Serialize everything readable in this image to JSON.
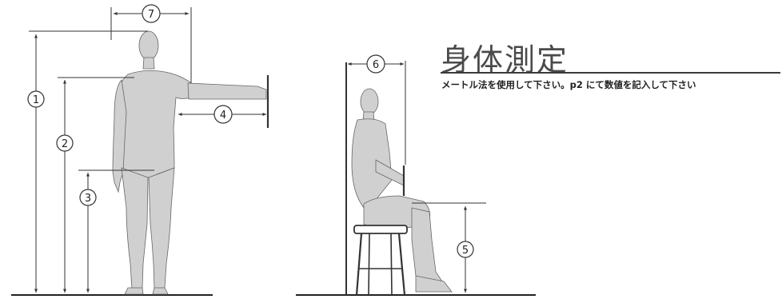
{
  "header": {
    "title": "身体測定",
    "instruction": "メートル法を使用して下さい。p2 にて数値を記入して下さい"
  },
  "measurements": {
    "m1": "1",
    "m2": "2",
    "m3": "3",
    "m4": "4",
    "m5": "5",
    "m6": "6",
    "m7": "7"
  },
  "colors": {
    "figure": "#d0d0d0",
    "line": "#333333"
  }
}
